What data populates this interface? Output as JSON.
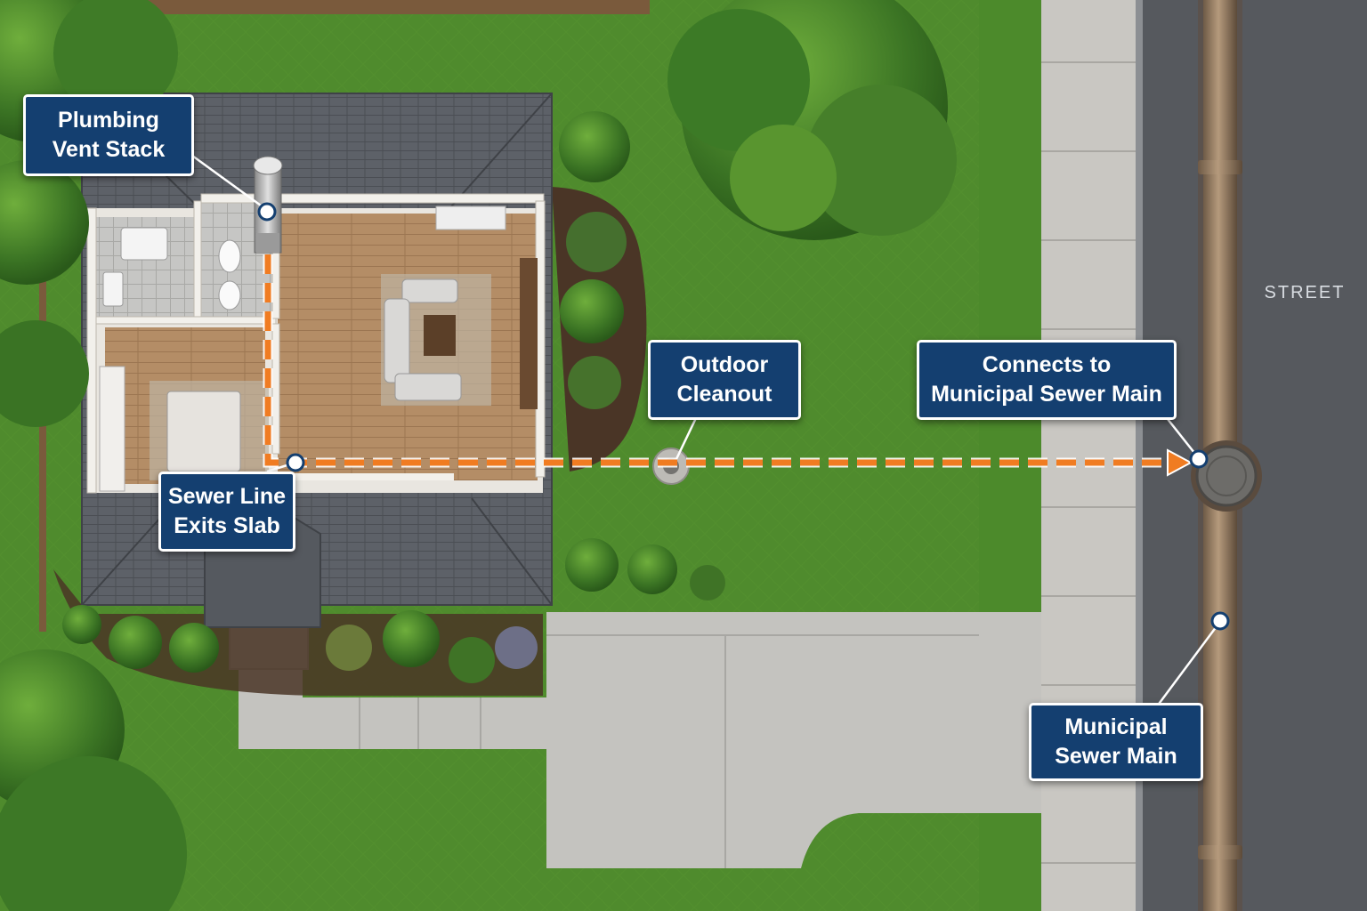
{
  "title": "",
  "street": {
    "label": "STREET"
  },
  "callouts": {
    "vent_stack": {
      "line1": "Plumbing",
      "line2": "Vent Stack"
    },
    "sewer_exit": {
      "line1": "Sewer Line",
      "line2": "Exits Slab"
    },
    "cleanout": {
      "line1": "Outdoor",
      "line2": "Cleanout"
    },
    "connects": {
      "line1": "Connects to",
      "line2": "Municipal Sewer Main"
    },
    "main": {
      "line1": "Municipal",
      "line2": "Sewer Main"
    }
  },
  "colors": {
    "callout_bg": "#143f70",
    "callout_border": "#ffffff",
    "sewer_path": "#f07c22",
    "lawn": "#4e8a2c",
    "roof": "#5b5f66",
    "floor": "#b08a63",
    "asphalt": "#55585d",
    "concrete": "#c9c7c2"
  }
}
